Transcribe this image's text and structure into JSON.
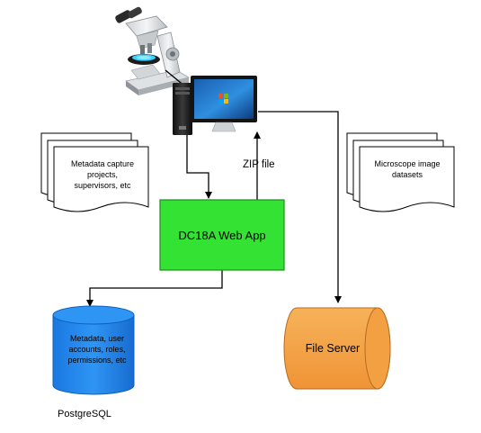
{
  "diagram": {
    "web_app_label": "DC18A Web App",
    "zip_label": "ZIP file",
    "metadata_doc_label": "Metadata capture projects, supervisors, etc",
    "image_doc_label": "Microscope image datasets",
    "database_label": "Metadata, user accounts, roles, permissions, etc",
    "database_name": "PostgreSQL",
    "file_server_label": "File Server",
    "colors": {
      "web_app_fill": "#33e233",
      "database_fill": "#1e88f0",
      "file_server_fill": "#f4a24a",
      "connector": "#000000"
    },
    "icons": [
      "microscope-icon",
      "computer-tower-icon",
      "monitor-icon"
    ]
  }
}
